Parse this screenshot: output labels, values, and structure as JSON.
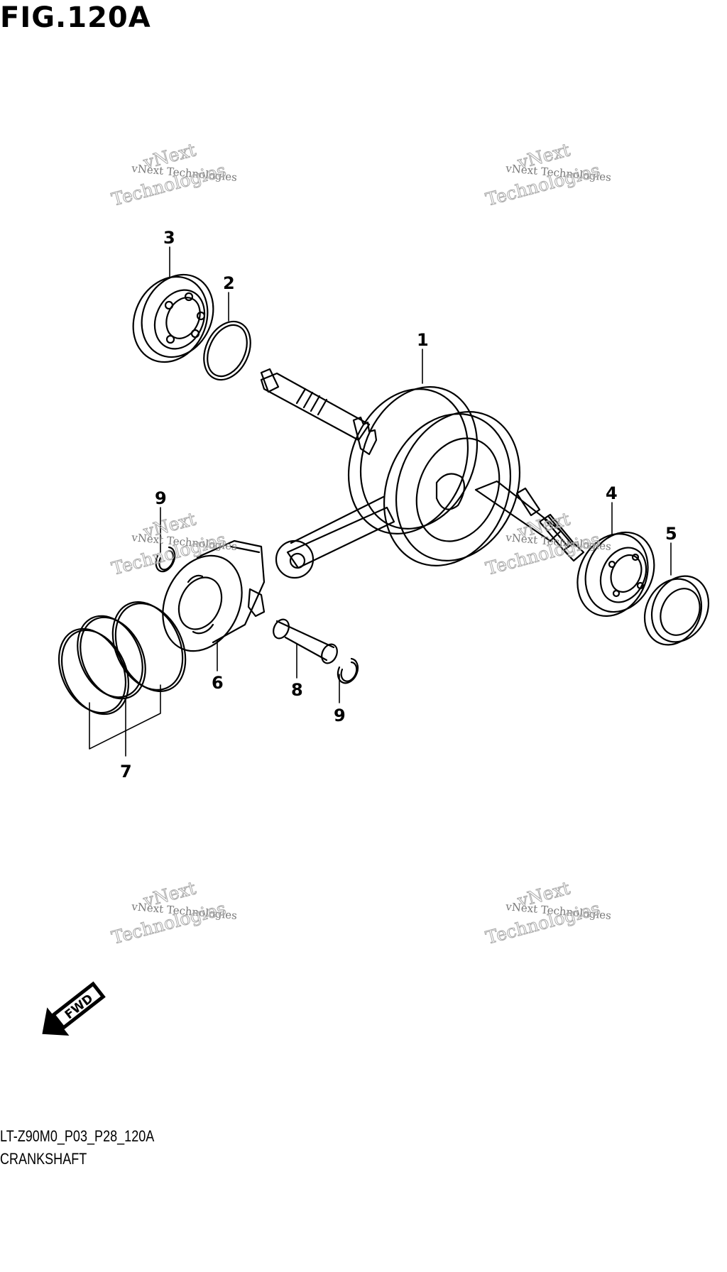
{
  "figure": {
    "title": "FIG.120A",
    "drawing_code": "LT-Z90M0_P03_P28_120A",
    "drawing_name": "CRANKSHAFT",
    "direction_badge": "FWD"
  },
  "callouts": [
    {
      "id": "callout-1",
      "label": "1"
    },
    {
      "id": "callout-2",
      "label": "2"
    },
    {
      "id": "callout-3",
      "label": "3"
    },
    {
      "id": "callout-4",
      "label": "4"
    },
    {
      "id": "callout-5",
      "label": "5"
    },
    {
      "id": "callout-6",
      "label": "6"
    },
    {
      "id": "callout-7",
      "label": "7"
    },
    {
      "id": "callout-8",
      "label": "8"
    },
    {
      "id": "callout-9a",
      "label": "9"
    },
    {
      "id": "callout-9b",
      "label": "9"
    }
  ],
  "watermark": {
    "line1": "vNext Technologies",
    "line2": "vNext",
    "line3": "Technologies"
  }
}
